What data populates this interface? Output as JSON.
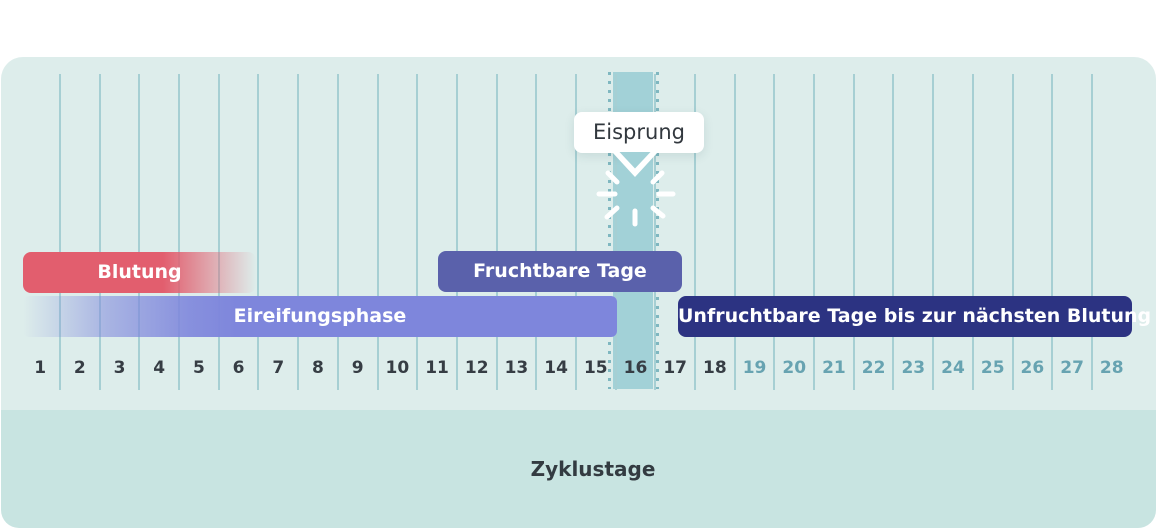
{
  "chart_data": {
    "type": "bar",
    "subtype": "cycle-timeline",
    "xlabel": "Zyklustage",
    "x_range": [
      1,
      28
    ],
    "x_ticks": [
      "1",
      "2",
      "3",
      "4",
      "5",
      "6",
      "7",
      "8",
      "9",
      "10",
      "11",
      "12",
      "13",
      "14",
      "15",
      "16",
      "17",
      "18",
      "19",
      "20",
      "21",
      "22",
      "23",
      "24",
      "25",
      "26",
      "27",
      "28"
    ],
    "muted_ticks_from": 19,
    "highlighted_day": 16,
    "annotation": {
      "label": "Eisprung",
      "day": 16
    },
    "phases": [
      {
        "label": "Blutung",
        "start_day": 1,
        "end_day": 6,
        "row": "top",
        "color": "#e25e6e",
        "fade": "out-right"
      },
      {
        "label": "Eireifungsphase",
        "start_day": 1,
        "end_day": 15,
        "row": "bottom",
        "color": "#7e86dc",
        "fade": "in-left"
      },
      {
        "label": "Fruchtbare Tage",
        "start_day": 11,
        "end_day": 16,
        "row": "top",
        "color": "#5a61ab"
      },
      {
        "label": "Unfruchtbare Tage bis zur nächsten Blutung",
        "start_day": 17,
        "end_day": 28,
        "row": "bottom",
        "color": "#2c3382"
      }
    ]
  },
  "labels": {
    "eisprung": "Eisprung",
    "blutung": "Blutung",
    "eireifungsphase": "Eireifungsphase",
    "fruchtbare_tage": "Fruchtbare Tage",
    "unfruchtbare_tage": "Unfruchtbare Tage bis zur nächsten Blutung",
    "zyklustage": "Zyklustage"
  },
  "axis": {
    "days": [
      "1",
      "2",
      "3",
      "4",
      "5",
      "6",
      "7",
      "8",
      "9",
      "10",
      "11",
      "12",
      "13",
      "14",
      "15",
      "16",
      "17",
      "18",
      "19",
      "20",
      "21",
      "22",
      "23",
      "24",
      "25",
      "26",
      "27",
      "28"
    ],
    "muted_from": 19
  },
  "colors": {
    "panel_background": "#ddedeb",
    "bottom_strip": "#c8e4e1",
    "grid_line": "#a6cfd3",
    "highlight_band": "#a2d1d7",
    "dotted_line": "#7fb7c0",
    "blutung_bar": "#e25e6e",
    "eireifungsphase_bar": "#7e86dc",
    "fruchtbare_bar": "#5a61ab",
    "unfruchtbare_bar": "#2c3382",
    "day_number": "#363d44",
    "day_number_muted": "#67a3b1",
    "bubble_background": "#ffffff",
    "bubble_text": "#32383e"
  }
}
